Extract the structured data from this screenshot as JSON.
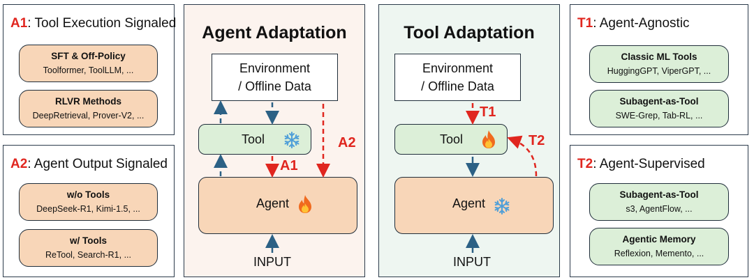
{
  "left_top": {
    "tag": "A1",
    "title": ": Tool Execution Signaled",
    "cards": [
      {
        "title": "SFT & Off-Policy",
        "sub": "Toolformer, ToolLLM, ..."
      },
      {
        "title": "RLVR Methods",
        "sub": "DeepRetrieval, Prover-V2, ..."
      }
    ]
  },
  "left_bottom": {
    "tag": "A2",
    "title": ": Agent Output Signaled",
    "cards": [
      {
        "title": "w/o Tools",
        "sub": "DeepSeek-R1, Kimi-1.5, ..."
      },
      {
        "title": "w/ Tools",
        "sub": "ReTool, Search-R1, ..."
      }
    ]
  },
  "agent_adaptation": {
    "title": "Agent Adaptation",
    "env_line1": "Environment",
    "env_line2": "/ Offline Data",
    "tool_label": "Tool",
    "tool_icon": "snowflake-icon",
    "agent_label": "Agent",
    "agent_icon": "fire-icon",
    "input_label": "INPUT",
    "label_a1": "A1",
    "label_a2": "A2"
  },
  "tool_adaptation": {
    "title": "Tool Adaptation",
    "env_line1": "Environment",
    "env_line2": "/ Offline Data",
    "tool_label": "Tool",
    "tool_icon": "fire-icon",
    "agent_label": "Agent",
    "agent_icon": "snowflake-icon",
    "input_label": "INPUT",
    "label_t1": "T1",
    "label_t2": "T2"
  },
  "right_top": {
    "tag": "T1",
    "title": ": Agent-Agnostic",
    "cards": [
      {
        "title": "Classic ML Tools",
        "sub": "HuggingGPT, ViperGPT, ..."
      },
      {
        "title": "Subagent-as-Tool",
        "sub": "SWE-Grep, Tab-RL, ..."
      }
    ]
  },
  "right_bottom": {
    "tag": "T2",
    "title": ": Agent-Supervised",
    "cards": [
      {
        "title": "Subagent-as-Tool",
        "sub": "s3, AgentFlow, ..."
      },
      {
        "title": "Agentic Memory",
        "sub": "Reflexion, Memento, ..."
      }
    ]
  },
  "colors": {
    "orange_fill": "#f8d6b8",
    "green_fill": "#dcefd8",
    "agent_panel_bg": "#fcf3ee",
    "tool_panel_bg": "#eef6f1",
    "arrow_blue": "#2c6185",
    "arrow_red": "#e0261f"
  }
}
